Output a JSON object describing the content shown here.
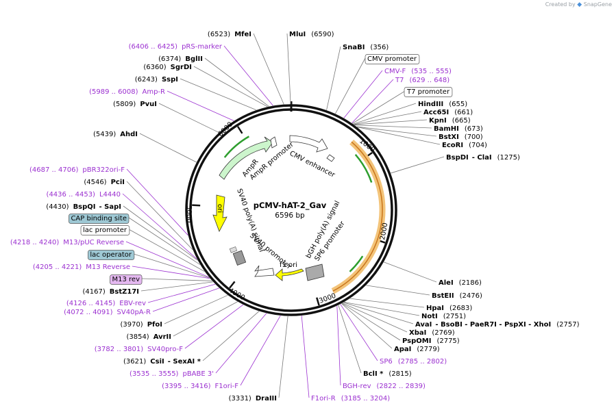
{
  "watermark": {
    "prefix": "Created by",
    "brand": "SnapGene"
  },
  "plasmid": {
    "name": "pCMV-hAT-2_Gav",
    "length_label": "6596 bp",
    "length": 6596
  },
  "ticks": [
    "1000",
    "2000",
    "3000",
    "4000",
    "5000",
    "6000"
  ],
  "colors": {
    "backbone": "#111111",
    "primer": "#9b30d0",
    "leader": "#777777",
    "ampr": "#ccf5cc",
    "ori": "#ffff00",
    "promoter_fill": "#ffffff",
    "cds_arrow": "#2e9e2e",
    "orange_arc": "#f0c070",
    "grey_feature": "#999999"
  },
  "labels": [
    {
      "kind": "enzyme",
      "pre": "(6523)",
      "name": "MfeI",
      "post": ""
    },
    {
      "kind": "enzyme",
      "pre": "",
      "name": "MluI",
      "post": "(6590)"
    },
    {
      "kind": "enzyme",
      "pre": "",
      "name": "SnaBI",
      "post": "(356)"
    },
    {
      "kind": "boxfeat",
      "name": "CMV promoter"
    },
    {
      "kind": "primer",
      "name": "CMV-F",
      "post": "(535 .. 555)"
    },
    {
      "kind": "primer",
      "name": "T7",
      "post": "(629 .. 648)"
    },
    {
      "kind": "boxfeat",
      "name": "T7 promoter"
    },
    {
      "kind": "enzyme",
      "pre": "",
      "name": "HindIII",
      "post": "(655)"
    },
    {
      "kind": "enzyme",
      "pre": "",
      "name": "Acc65I",
      "post": "(661)"
    },
    {
      "kind": "enzyme",
      "pre": "",
      "name": "KpnI",
      "post": "(665)"
    },
    {
      "kind": "enzyme",
      "pre": "",
      "name": "BamHI",
      "post": "(673)"
    },
    {
      "kind": "enzyme",
      "pre": "",
      "name": "BstXI",
      "post": "(700)"
    },
    {
      "kind": "enzyme",
      "pre": "",
      "name": "EcoRI",
      "post": "(704)"
    },
    {
      "kind": "enzyme",
      "pre": "",
      "name": "BspDI",
      "mid": "- ClaI",
      "post": "(1275)"
    },
    {
      "kind": "enzyme",
      "pre": "",
      "name": "AleI",
      "post": "(2186)"
    },
    {
      "kind": "enzyme",
      "pre": "",
      "name": "BstEII",
      "post": "(2476)"
    },
    {
      "kind": "enzyme",
      "pre": "",
      "name": "HpaI",
      "post": "(2683)"
    },
    {
      "kind": "enzyme",
      "pre": "",
      "name": "NotI",
      "post": "(2751)"
    },
    {
      "kind": "enzyme",
      "pre": "",
      "name": "AvaI",
      "mid": "- BsoBI - PaeR7I - PspXI - XhoI",
      "post": "(2757)"
    },
    {
      "kind": "enzyme",
      "pre": "",
      "name": "XbaI",
      "post": "(2769)"
    },
    {
      "kind": "enzyme",
      "pre": "",
      "name": "PspOMI",
      "post": "(2775)"
    },
    {
      "kind": "enzyme",
      "pre": "",
      "name": "ApaI",
      "post": "(2779)"
    },
    {
      "kind": "primer",
      "name": "SP6",
      "post": "(2785 .. 2802)"
    },
    {
      "kind": "enzyme",
      "pre": "",
      "name": "BclI *",
      "post": "(2815)"
    },
    {
      "kind": "primer",
      "name": "BGH-rev",
      "post": "(2822 .. 2839)"
    },
    {
      "kind": "primer",
      "name": "F1ori-R",
      "post": "(3185 .. 3204)"
    },
    {
      "kind": "enzyme",
      "pre": "(3331)",
      "name": "DraIII",
      "post": ""
    },
    {
      "kind": "primer",
      "pre": "(3395 .. 3416)",
      "name": "F1ori-F"
    },
    {
      "kind": "primer",
      "pre": "(3535 .. 3555)",
      "name": "pBABE 3'"
    },
    {
      "kind": "enzyme",
      "pre": "(3621)",
      "name": "CsiI",
      "mid": "- SexAI *",
      "post": ""
    },
    {
      "kind": "primer",
      "pre": "(3782 .. 3801)",
      "name": "SV40pro-F"
    },
    {
      "kind": "enzyme",
      "pre": "(3854)",
      "name": "AvrII",
      "post": ""
    },
    {
      "kind": "enzyme",
      "pre": "(3970)",
      "name": "PfoI",
      "post": ""
    },
    {
      "kind": "primer",
      "pre": "(4072 .. 4091)",
      "name": "SV40pA-R"
    },
    {
      "kind": "primer",
      "pre": "(4126 .. 4145)",
      "name": "EBV-rev"
    },
    {
      "kind": "enzyme",
      "pre": "(4167)",
      "name": "BstZ17I",
      "post": ""
    },
    {
      "kind": "boxfeat2",
      "name": "M13 rev"
    },
    {
      "kind": "primer",
      "pre": "(4205 .. 4221)",
      "name": "M13 Reverse"
    },
    {
      "kind": "boxfeat3",
      "name": "lac operator"
    },
    {
      "kind": "primer",
      "pre": "(4218 .. 4240)",
      "name": "M13/pUC Reverse"
    },
    {
      "kind": "boxfeat",
      "name": "lac promoter"
    },
    {
      "kind": "boxfeat3",
      "name": "CAP binding site"
    },
    {
      "kind": "enzyme",
      "pre": "(4430)",
      "name": "BspQI",
      "mid": "- SapI",
      "post": ""
    },
    {
      "kind": "primer",
      "pre": "(4436 .. 4453)",
      "name": "L4440"
    },
    {
      "kind": "enzyme",
      "pre": "(4546)",
      "name": "PciI",
      "post": ""
    },
    {
      "kind": "primer",
      "pre": "(4687 .. 4706)",
      "name": "pBR322ori-F"
    },
    {
      "kind": "enzyme",
      "pre": "(5439)",
      "name": "AhdI",
      "post": ""
    },
    {
      "kind": "enzyme",
      "pre": "(5809)",
      "name": "PvuI",
      "post": ""
    },
    {
      "kind": "primer",
      "pre": "(5989 .. 6008)",
      "name": "Amp-R"
    },
    {
      "kind": "enzyme",
      "pre": "(6243)",
      "name": "SspI",
      "post": ""
    },
    {
      "kind": "enzyme",
      "pre": "(6360)",
      "name": "SgrDI",
      "post": ""
    },
    {
      "kind": "enzyme",
      "pre": "(6374)",
      "name": "BglII",
      "post": ""
    },
    {
      "kind": "primer",
      "pre": "(6406 .. 6425)",
      "name": "pRS-marker"
    }
  ],
  "features": [
    "CMV enhancer",
    "AmpR promoter",
    "AmpR",
    "ori",
    "SV40 poly(A) signal",
    "SV40 promoter",
    "f1 ori",
    "bGH poly(A) signal",
    "SP6 promoter"
  ]
}
